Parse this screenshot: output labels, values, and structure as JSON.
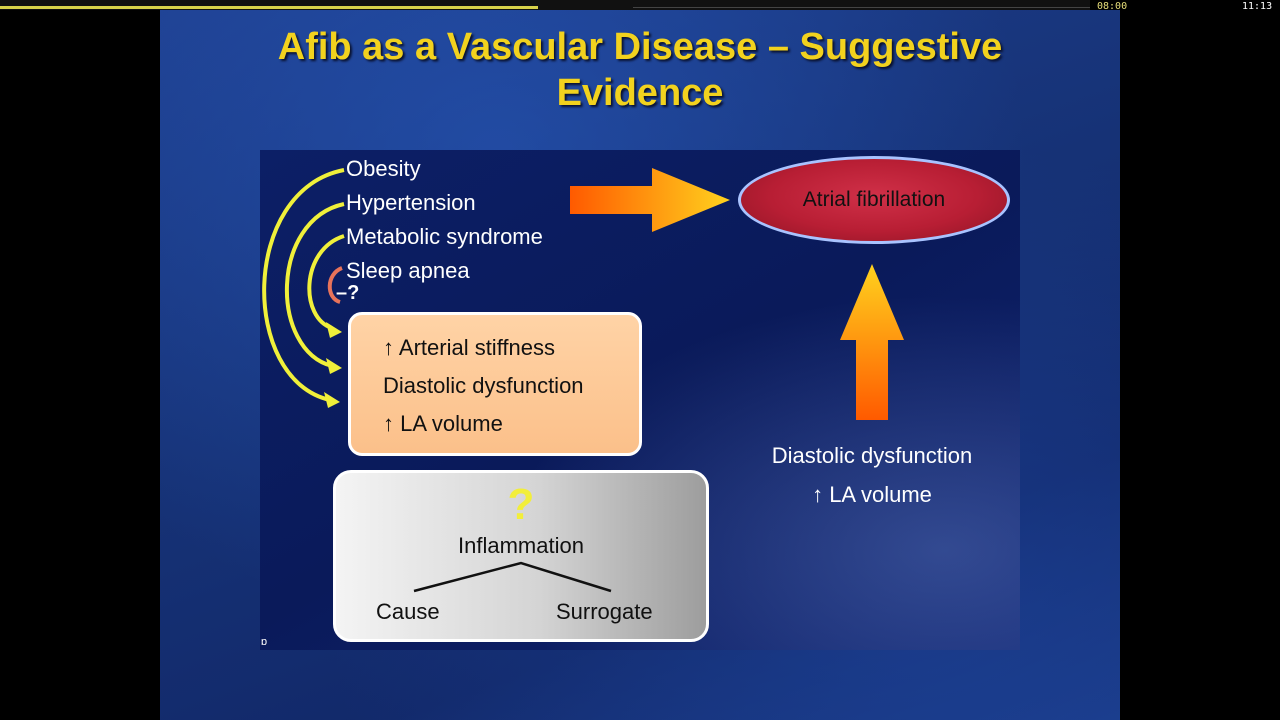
{
  "player": {
    "time_current": "08:00",
    "time_total": "11:13",
    "progress_percent": 49.4
  },
  "slide": {
    "title": "Afib as a Vascular Disease – Suggestive Evidence",
    "risk_factors": [
      "Obesity",
      "Hypertension",
      "Metabolic syndrome",
      "Sleep apnea"
    ],
    "risk_note": "–?",
    "orange_box": [
      "↑ Arterial stiffness",
      "Diastolic dysfunction",
      "↑ LA volume"
    ],
    "gray_box": {
      "question": "?",
      "center": "Inflammation",
      "left": "Cause",
      "right": "Surrogate"
    },
    "outcome": "Atrial fibrillation",
    "right_text": [
      "Diastolic dysfunction",
      "↑ LA volume"
    ],
    "slide_number": "ɒ",
    "colors": {
      "title": "#f2d21e",
      "curved_arrows": "#f0f03a",
      "apnea_arrow": "#e8735a",
      "big_arrow_start": "#ff5a00",
      "big_arrow_end": "#ffd21e",
      "ellipse": "#b81e34",
      "orange_box": "#fbc08a"
    }
  }
}
